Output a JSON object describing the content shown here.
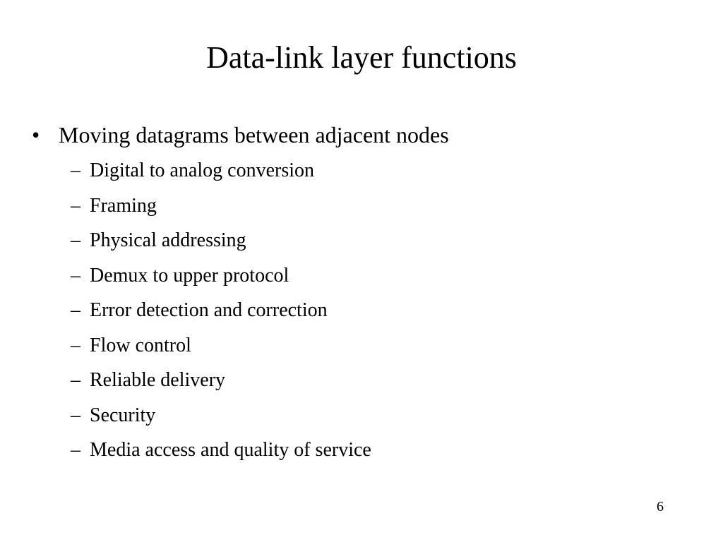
{
  "slide": {
    "title": "Data-link layer functions",
    "bullets": [
      {
        "marker": "•",
        "text": "Moving datagrams between adjacent nodes",
        "sub_marker": "–",
        "sub_items": [
          "Digital to analog conversion",
          "Framing",
          "Physical addressing",
          "Demux to upper protocol",
          "Error detection and correction",
          "Flow control",
          "Reliable delivery",
          "Security",
          "Media access and quality of service"
        ]
      }
    ],
    "page_number": "6"
  }
}
